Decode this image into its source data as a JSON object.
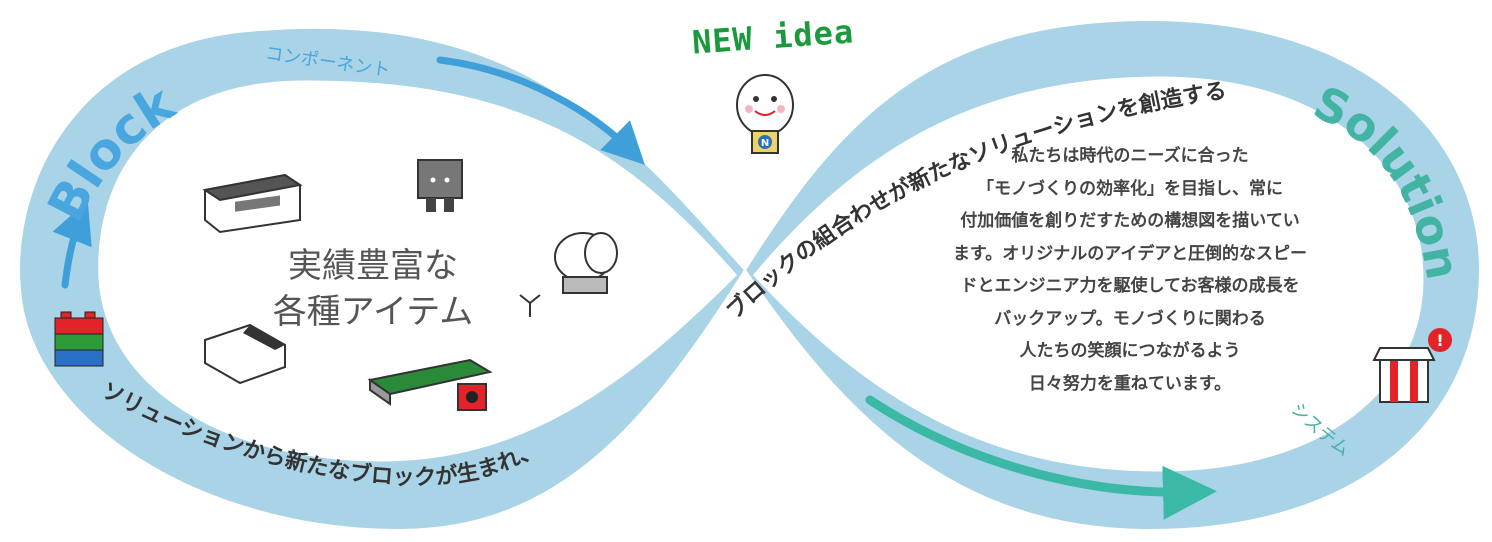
{
  "loop": {
    "block_label": "Block",
    "component_label": "コンポーネント",
    "solution_label": "Solution",
    "system_label": "システム",
    "top_band_text": "ブロックの組合わせが新たなソリューションを創造する",
    "bottom_band_text": "ソリューションから新たなブロックが生まれ、"
  },
  "idea": {
    "label": "NEW idea",
    "bulb_letter": "N"
  },
  "left": {
    "title_line1": "実績豊富な",
    "title_line2": "各種アイテム"
  },
  "right": {
    "lines": [
      "私たちは時代のニーズに合った",
      "「モノづくりの効率化」を目指し、常に",
      "付加価値を創りだすための構想図を描いてい",
      "ます。オリジナルのアイデアと圧倒的なスピー",
      "ドとエンジニア力を駆使してお客様の成長を",
      "バックアップ。モノづくりに関わる",
      "人たちの笑顔につながるよう",
      "日々努力を重ねています。"
    ]
  },
  "colors": {
    "band": "#a9d3e6",
    "band_edge": "#ffffff",
    "arrow": "#3f9fd9",
    "block_text": "#4aa6de",
    "solution_text": "#43b3a4",
    "system_arrow": "#3bb8a6",
    "green": "#1a9a3c"
  },
  "icons": [
    "lego-blocks-icon",
    "light-bulb-icon",
    "gift-box-icon",
    "machine-icon",
    "robot-icon",
    "conveyor-icon"
  ]
}
